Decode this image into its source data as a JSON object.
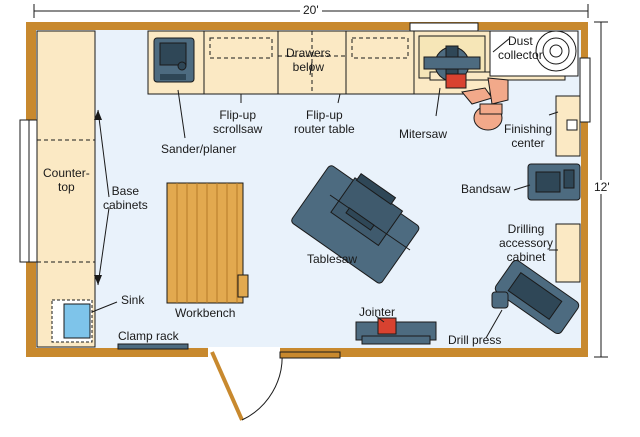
{
  "dimensions": {
    "width": "20'",
    "height": "12'"
  },
  "labels": {
    "dust_collector": [
      "Dust",
      "collector"
    ],
    "drawers_below": [
      "Drawers",
      "below"
    ],
    "flip_up_scrollsaw": [
      "Flip-up",
      "scrollsaw"
    ],
    "flip_up_router": [
      "Flip-up",
      "router table"
    ],
    "sander_planer": "Sander/planer",
    "mitersaw": "Mitersaw",
    "finishing_center": [
      "Finishing",
      "center"
    ],
    "countertop": [
      "Counter-",
      "top"
    ],
    "base_cabinets": [
      "Base",
      "cabinets"
    ],
    "bandsaw": "Bandsaw",
    "tablesaw": "Tablesaw",
    "drilling_cabinet": [
      "Drilling",
      "accessory",
      "cabinet"
    ],
    "sink": "Sink",
    "workbench": "Workbench",
    "jointer": "Jointer",
    "clamp_rack": "Clamp rack",
    "drill_press": "Drill press"
  },
  "colors": {
    "floor": "#e9f2fb",
    "wall": "#c8892e",
    "cabinet": "#fbe9c4",
    "machine": "#4d6b80",
    "bench": "#e2a94f",
    "outline": "#1a1a1a"
  }
}
